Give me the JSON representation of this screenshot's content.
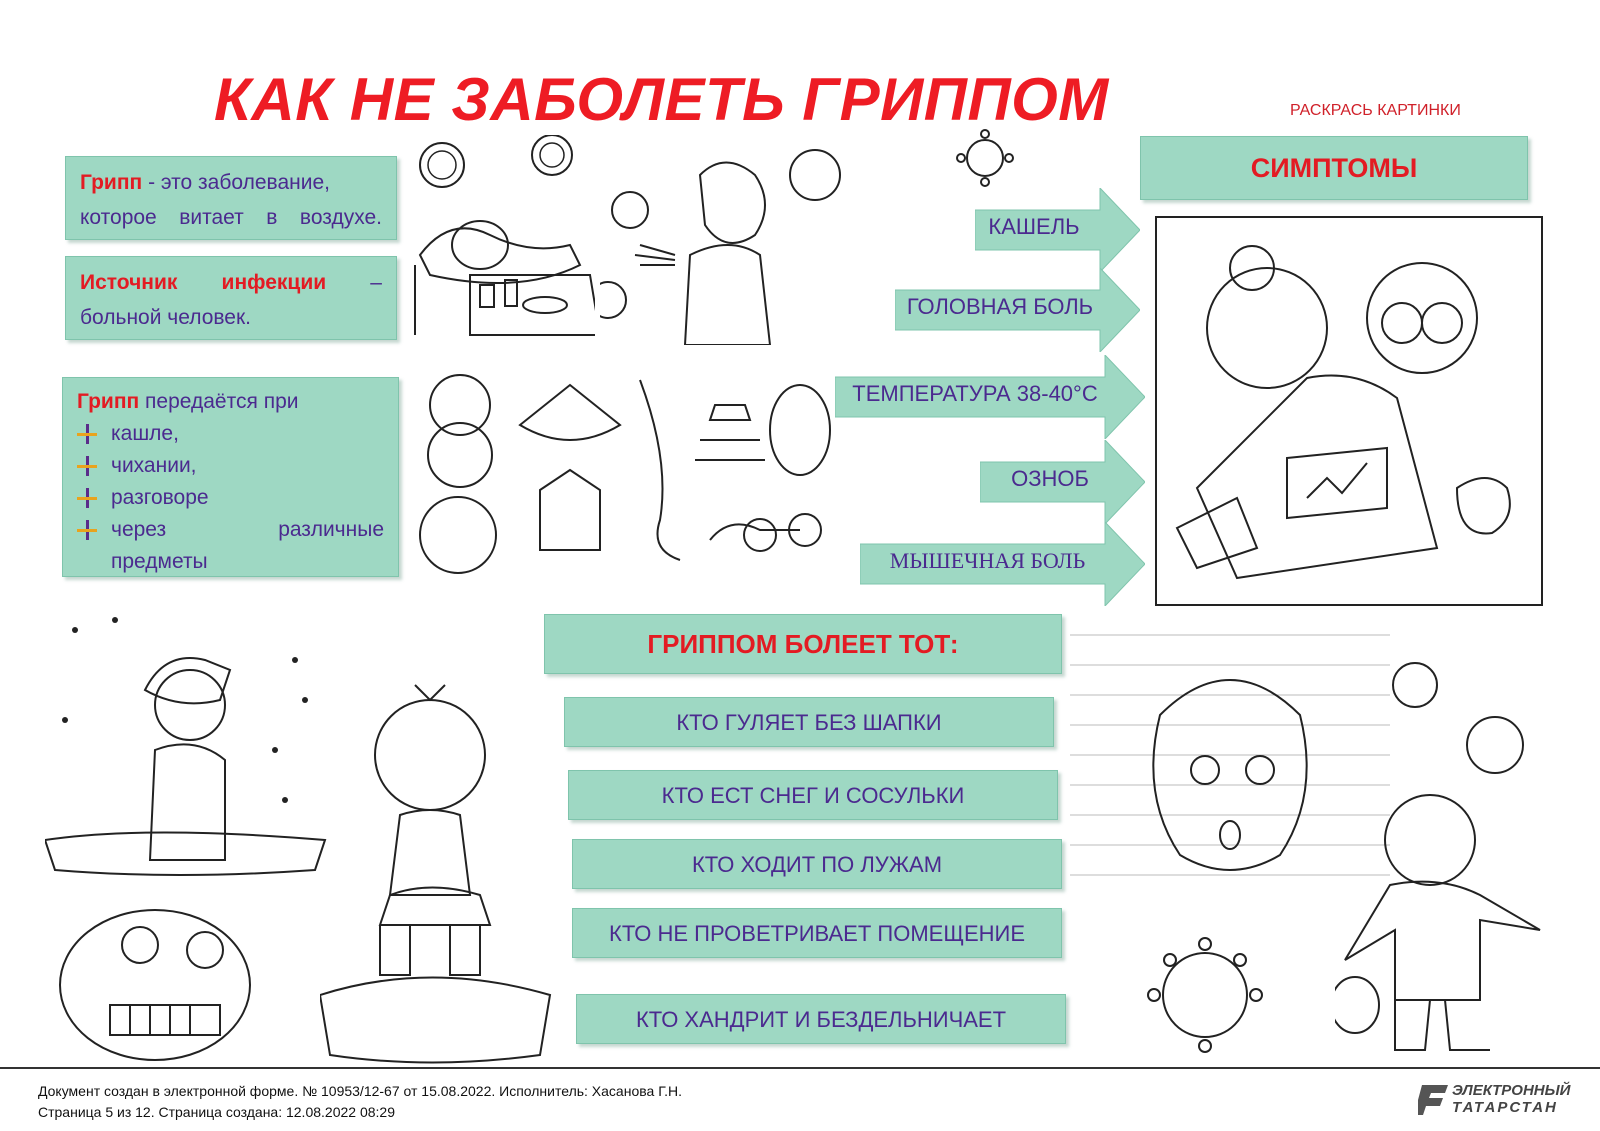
{
  "title": "КАК НЕ ЗАБОЛЕТЬ ГРИППОМ",
  "subtitle": "РАСКРАСЬ КАРТИНКИ",
  "info": {
    "box1_term": "Грипп",
    "box1_line1": "- это заболевание,",
    "box1_line2": "которое витает в воздухе.",
    "box2_term1": "Источник",
    "box2_term2": "инфекции",
    "box2_dash": "–",
    "box2_line2": "больной человек.",
    "box3_term": "Грипп",
    "box3_rest": " передаётся при",
    "box3_items": [
      "кашле,",
      "чихании,",
      "разговоре",
      "через",
      "различные",
      "предметы"
    ]
  },
  "symptoms": {
    "header": "СИМПТОМЫ",
    "items": [
      "КАШЕЛЬ",
      "ГОЛОВНАЯ БОЛЬ",
      "ТЕМПЕРАТУРА 38-40°С",
      "ОЗНОБ",
      "МЫШЕЧНАЯ БОЛЬ"
    ]
  },
  "who": {
    "header": "ГРИППОМ БОЛЕЕТ ТОТ:",
    "items": [
      "КТО ГУЛЯЕТ БЕЗ ШАПКИ",
      "КТО ЕСТ СНЕГ И СОСУЛЬКИ",
      "КТО ХОДИТ ПО ЛУЖАМ",
      "КТО НЕ ПРОВЕТРИВАЕТ ПОМЕЩЕНИЕ",
      "КТО ХАНДРИТ И БЕЗДЕЛЬНИЧАЕТ"
    ]
  },
  "footer": {
    "line1": "Документ создан в электронной форме. № 10953/12-67 от 15.08.2022. Исполнитель: Хасанова Г.Н.",
    "line2": "Страница 5 из 12. Страница создана: 12.08.2022 08:29",
    "logo_line1": "ЭЛЕКТРОННЫЙ",
    "logo_line2": "ТАТАРСТАН"
  },
  "colors": {
    "red": "#e31b23",
    "green": "#9ed8c3",
    "text": "#4b2a8f"
  },
  "icons": [
    "virus-icon",
    "sick-child-illustration",
    "sneezing-woman-illustration",
    "toys-illustration",
    "sick-characters-illustration",
    "boy-eating-snow-illustration",
    "girl-in-puddle-illustration",
    "bored-boy-illustration",
    "virus-monster-illustration",
    "boy-with-scarf-illustration",
    "electronic-tatarstan-logo-icon"
  ]
}
